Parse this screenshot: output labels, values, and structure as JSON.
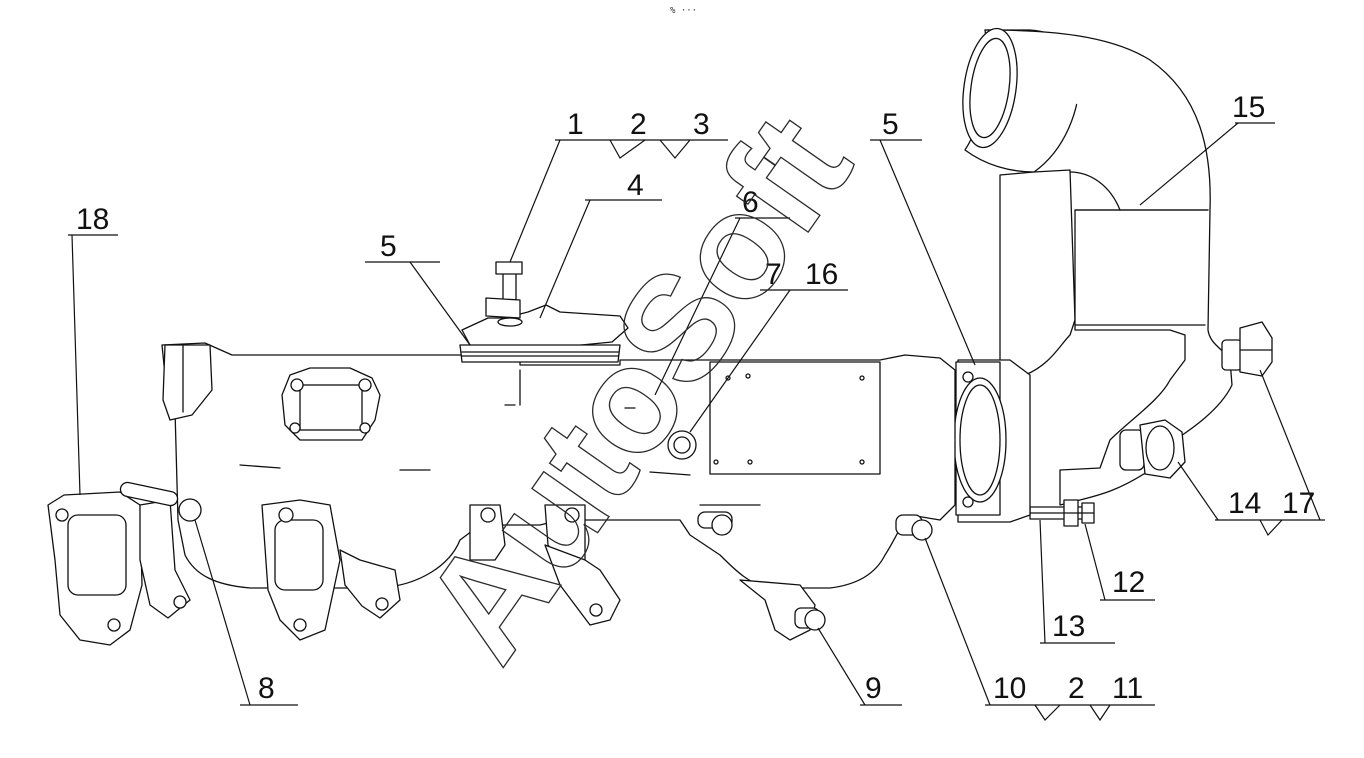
{
  "top_marker": "% ···",
  "watermark": "AutoSoft",
  "callouts": [
    {
      "id": "c1",
      "label": "1"
    },
    {
      "id": "c2",
      "label": "2"
    },
    {
      "id": "c3",
      "label": "3"
    },
    {
      "id": "c4",
      "label": "4"
    },
    {
      "id": "c5a",
      "label": "5"
    },
    {
      "id": "c5b",
      "label": "5"
    },
    {
      "id": "c6",
      "label": "6"
    },
    {
      "id": "c7",
      "label": "7"
    },
    {
      "id": "c16",
      "label": "16"
    },
    {
      "id": "c15",
      "label": "15"
    },
    {
      "id": "c18",
      "label": "18"
    },
    {
      "id": "c8",
      "label": "8"
    },
    {
      "id": "c9",
      "label": "9"
    },
    {
      "id": "c10",
      "label": "10"
    },
    {
      "id": "c2b",
      "label": "2"
    },
    {
      "id": "c11",
      "label": "11"
    },
    {
      "id": "c12",
      "label": "12"
    },
    {
      "id": "c13",
      "label": "13"
    },
    {
      "id": "c14",
      "label": "14"
    },
    {
      "id": "c17",
      "label": "17"
    }
  ],
  "colors": {
    "line": "#111111",
    "background": "#ffffff"
  }
}
